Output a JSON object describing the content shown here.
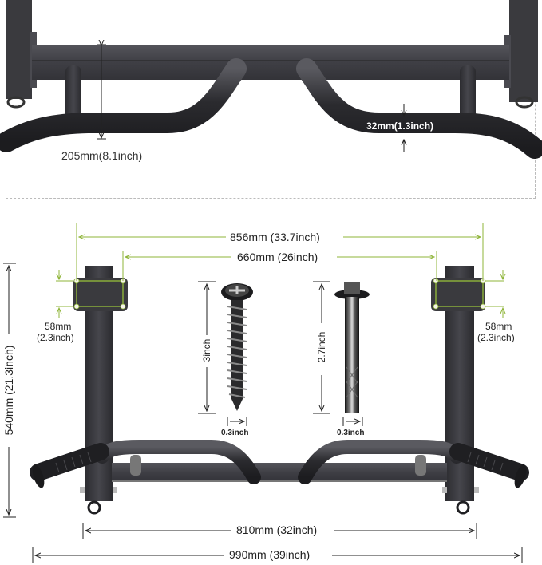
{
  "detail_panel": {
    "bar_height_label": "205mm(8.1inch)",
    "tube_diameter_label": "32mm(1.3inch)"
  },
  "main_diagram": {
    "outer_hole_span_label": "856mm (33.7inch)",
    "inner_hole_span_label": "660mm (26inch)",
    "left_plate_hole_spacing_label": [
      "58mm",
      "(2.3inch)"
    ],
    "right_plate_hole_spacing_label": [
      "58mm",
      "(2.3inch)"
    ],
    "total_height_label": "540mm (21.3inch)",
    "frame_width_label": "810mm (32inch)",
    "total_width_label": "990mm (39inch)"
  },
  "hardware": {
    "screw": {
      "length_label": "3inch",
      "diameter_label": "0.3inch"
    },
    "anchor_bolt": {
      "length_label": "2.7inch",
      "diameter_label": "0.3inch"
    }
  },
  "colors": {
    "steel": "#3a3a3e",
    "steel_light": "#55555a",
    "dimension_green": "#8fb53a",
    "dimension_black": "#222222",
    "panel_border": "#bbbbbb"
  }
}
